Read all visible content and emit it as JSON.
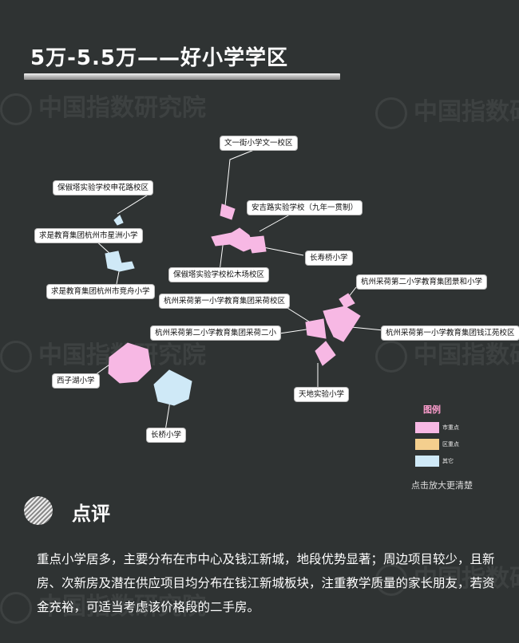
{
  "title": "5万-5.5万——好小学学区",
  "watermark": "中国指数研究院",
  "labels": [
    "文一街小学文一校区",
    "保俶塔实验学校申花路校区",
    "安吉路实验学校（九年一贯制）",
    "求是教育集团杭州市星洲小学",
    "长寿桥小学",
    "保俶塔实验学校松木场校区",
    "求是教育集团杭州市竞舟小学",
    "杭州采荷第二小学教育集团景和小学",
    "杭州采荷第一小学教育集团采荷校区",
    "杭州采荷第二小学教育集团采荷二小",
    "杭州采荷第一小学教育集团钱江苑校区",
    "西子湖小学",
    "天地实验小学",
    "长桥小学"
  ],
  "legend": {
    "title": "图例",
    "items": [
      {
        "label": "市重点",
        "color": "#f7b8e4"
      },
      {
        "label": "区重点",
        "color": "#f4cf8e"
      },
      {
        "label": "其它",
        "color": "#cfe9f7"
      }
    ]
  },
  "zoom_hint": "点击放大更清楚",
  "comment": {
    "heading": "点评",
    "body": "重点小学居多，主要分布在市中心及钱江新城，地段优势显著；周边项目较少，且新房、次新房及潜在供应项目均分布在钱江新城板块，注重教学质量的家长朋友，若资金充裕，可适当考虑该价格段的二手房。"
  },
  "colors": {
    "key_school": "#f7b8e4",
    "district_school": "#f4cf8e",
    "other": "#cfe9f7"
  }
}
